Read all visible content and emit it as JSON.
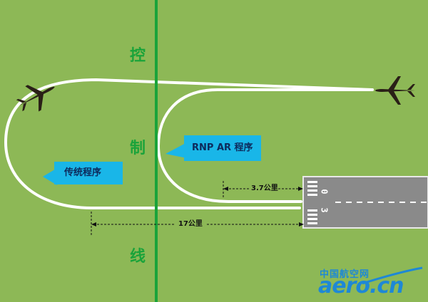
{
  "diagram": {
    "control_line_chars": [
      "控",
      "制",
      "线"
    ],
    "procedures": {
      "traditional": "传统程序",
      "rnp_ar": "RNP AR 程序"
    },
    "distances": {
      "short": "3.7公里",
      "long": "17公里"
    },
    "runway": {
      "designator_top": "0",
      "designator_bottom": "3"
    },
    "watermark": {
      "cn": "中国航空网",
      "en": "aero.cn"
    },
    "colors": {
      "ground": "#8db856",
      "control_line": "#1aa33a",
      "path": "#ffffff",
      "callout_fill": "#19b6e8",
      "runway": "#8a8a8a",
      "aircraft": "#2a1f17"
    },
    "icons": [
      "aircraft-icon",
      "aircraft-icon"
    ]
  }
}
